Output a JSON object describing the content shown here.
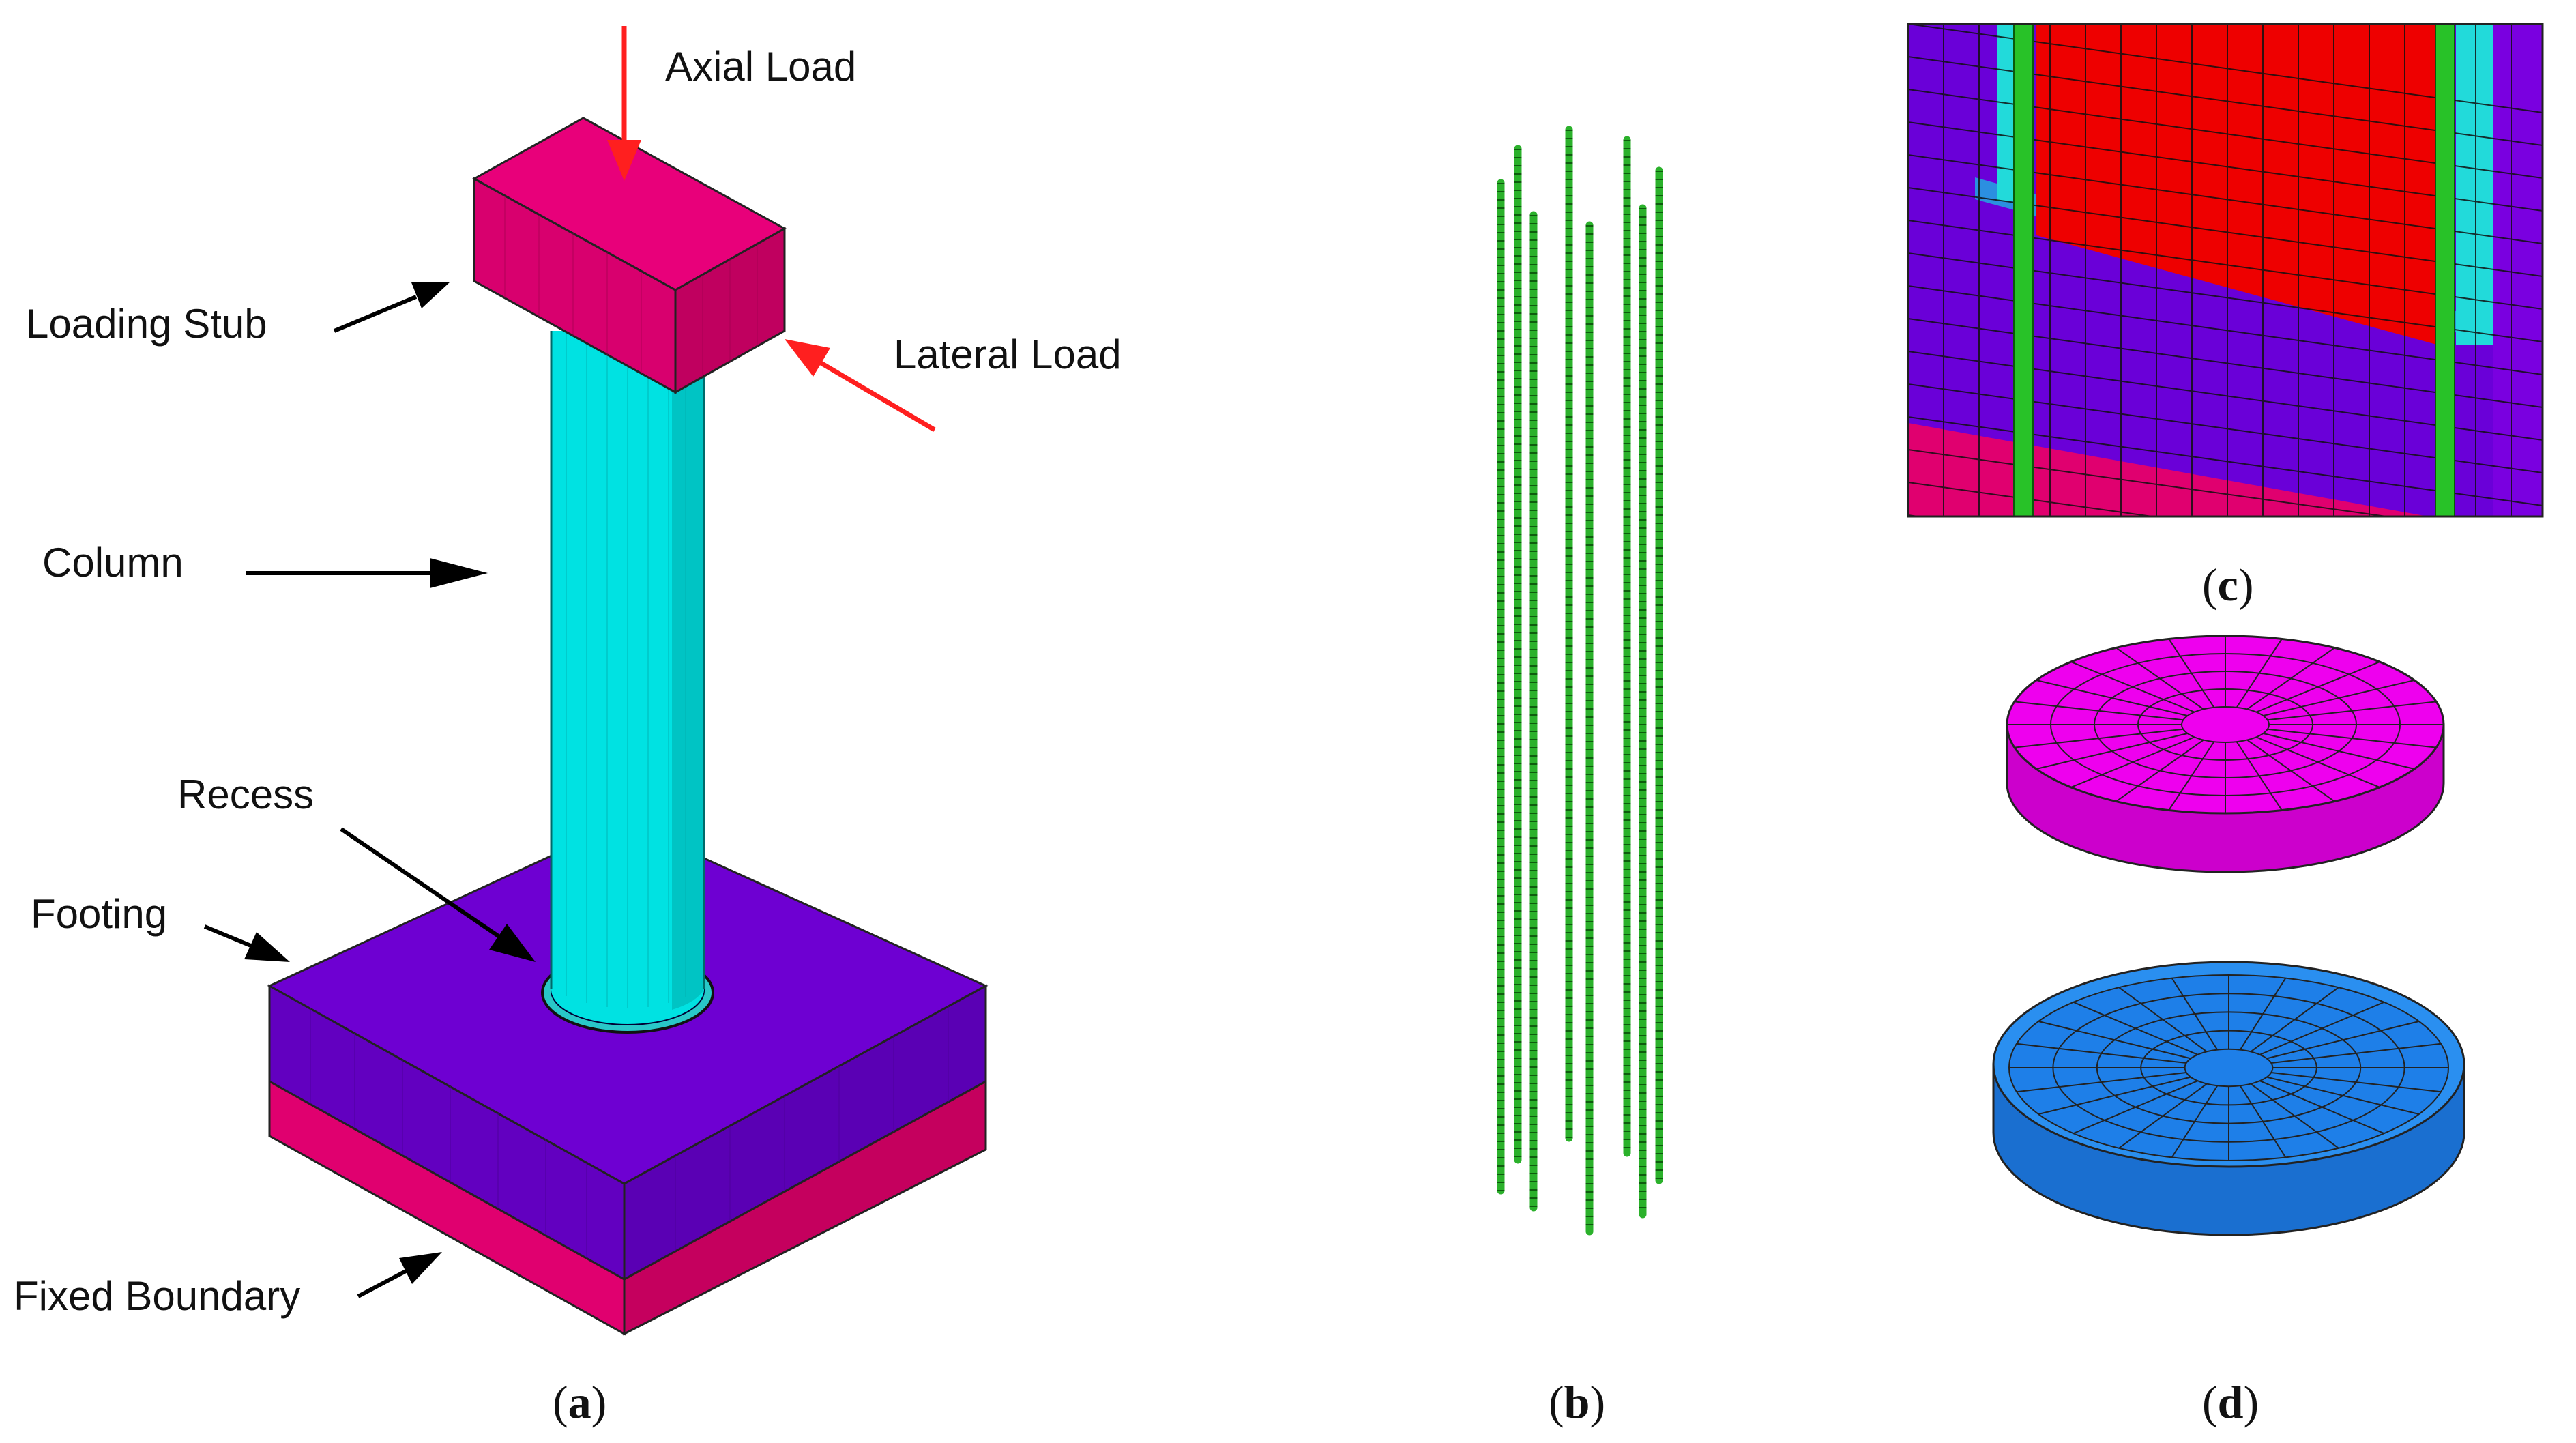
{
  "panel_a": {
    "caption_letter": "a",
    "labels": {
      "axial_load": "Axial Load",
      "loading_stub": "Loading Stub",
      "lateral_load": "Lateral Load",
      "column": "Column",
      "recess": "Recess",
      "footing": "Footing",
      "fixed_boundary": "Fixed Boundary"
    }
  },
  "panel_b": {
    "caption_letter": "b"
  },
  "panel_c": {
    "caption_letter": "c"
  },
  "panel_d": {
    "caption_letter": "d"
  },
  "colors": {
    "stub": "#e0006f",
    "column": "#00e5e5",
    "footing": "#6a00cc",
    "base": "#d4006a",
    "rebar": "#2bb12b",
    "load_arrow": "#ff1f1f",
    "pointer_arrow": "#000000",
    "c_red": "#ee0000",
    "c_blue": "#2a8fe0",
    "d_top": "#ee00ee",
    "d_bottom": "#1e7fe8"
  }
}
